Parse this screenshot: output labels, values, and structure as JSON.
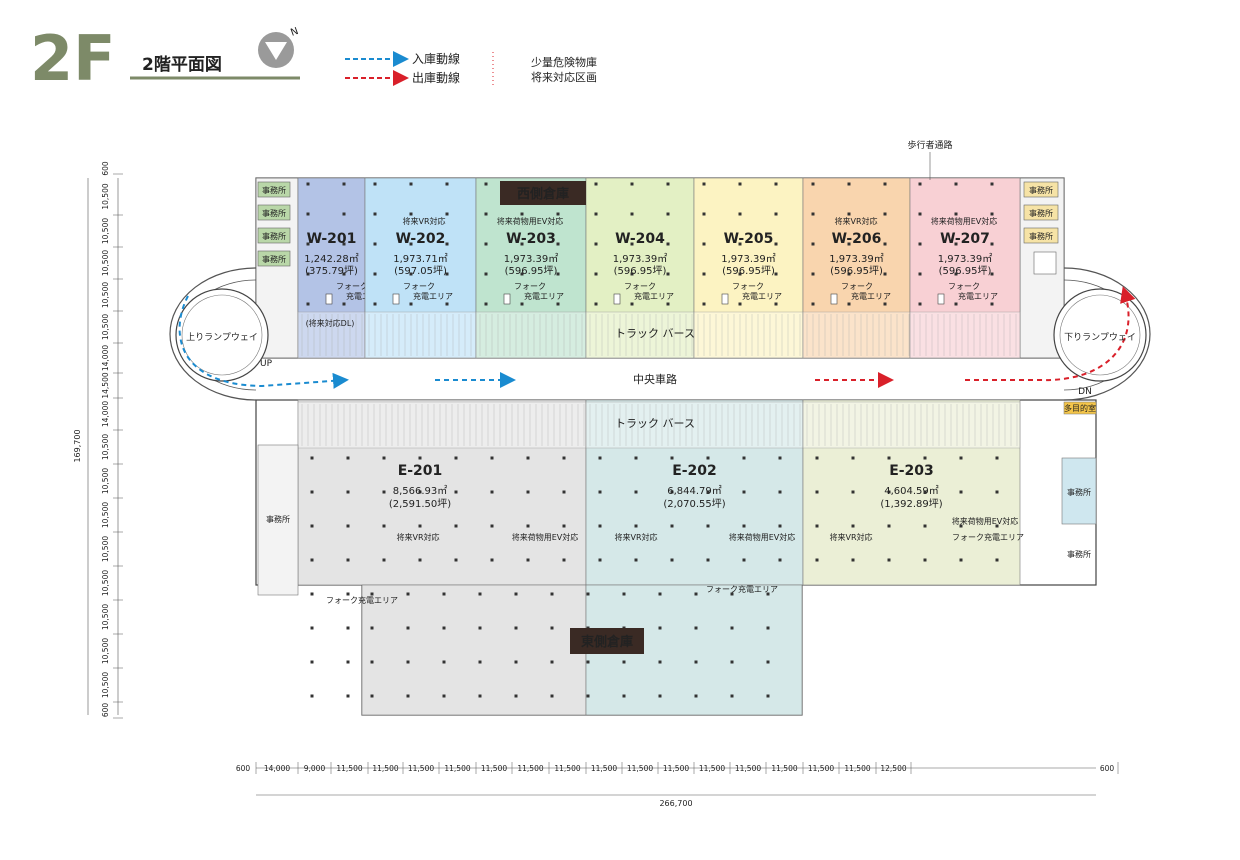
{
  "header": {
    "floor": "2F",
    "title": "2階平面図",
    "compass_label": "N",
    "legend": {
      "inbound": "入庫動線",
      "outbound": "出庫動線",
      "hazmat_line1": "少量危険物庫",
      "hazmat_line2": "将来対応区画"
    },
    "colors": {
      "inbound": "#1a8bd0",
      "outbound": "#d9202a",
      "floor_num": "#7d8a68"
    }
  },
  "labels": {
    "west_warehouse": "西側倉庫",
    "east_warehouse": "東側倉庫",
    "central_road": "中央車路",
    "truck_berth": "トラック バース",
    "up_ramp": "上りランプウェイ",
    "down_ramp": "下りランプウェイ",
    "up": "UP",
    "dn": "DN",
    "pedestrian_road": "歩行者通路",
    "office": "事務所",
    "multipurpose": "多目的室",
    "future_dl": "(将来対応DL)",
    "forklift_line1": "フォーク",
    "forklift_line2": "充電エリア",
    "forklift_full": "フォーク充電エリア",
    "future_vr": "将来VR対応",
    "future_ev": "将来荷物用EV対応"
  },
  "west_units": [
    {
      "id": "W-201",
      "area": "1,242.28㎡",
      "tsubo": "(375.79坪)",
      "color": "#b3c3e6"
    },
    {
      "id": "W-202",
      "area": "1,973.71㎡",
      "tsubo": "(597.05坪)",
      "color": "#bfe2f7"
    },
    {
      "id": "W-203",
      "area": "1,973.39㎡",
      "tsubo": "(596.95坪)",
      "color": "#bfe4cf"
    },
    {
      "id": "W-204",
      "area": "1,973.39㎡",
      "tsubo": "(596.95坪)",
      "color": "#e3f0c4"
    },
    {
      "id": "W-205",
      "area": "1,973.39㎡",
      "tsubo": "(596.95坪)",
      "color": "#fcf3c2"
    },
    {
      "id": "W-206",
      "area": "1,973.39㎡",
      "tsubo": "(596.95坪)",
      "color": "#f9d5ae"
    },
    {
      "id": "W-207",
      "area": "1,973.39㎡",
      "tsubo": "(596.95坪)",
      "color": "#f8d0d4"
    }
  ],
  "east_units": [
    {
      "id": "E-201",
      "area": "8,566.93㎡",
      "tsubo": "(2,591.50坪)",
      "color": "#e4e4e4"
    },
    {
      "id": "E-202",
      "area": "6,844.79㎡",
      "tsubo": "(2,070.55坪)",
      "color": "#d5e8e8"
    },
    {
      "id": "E-203",
      "area": "4,604.59㎡",
      "tsubo": "(1,392.89坪)",
      "color": "#ebefd6"
    }
  ],
  "dimensions": {
    "horizontal": [
      "600",
      "14,000",
      "9,000",
      "11,500",
      "11,500",
      "11,500",
      "11,500",
      "11,500",
      "11,500",
      "11,500",
      "11,500",
      "11,500",
      "11,500",
      "11,500",
      "11,500",
      "11,500",
      "11,500",
      "11,500",
      "12,500",
      "600"
    ],
    "horizontal_total": "266,700",
    "vertical": [
      "600",
      "10,500",
      "10,500",
      "10,500",
      "10,500",
      "10,500",
      "14,000",
      "14,500",
      "14,000",
      "10,500",
      "10,500",
      "10,500",
      "10,500",
      "10,500",
      "10,500",
      "10,500",
      "10,500",
      "600"
    ],
    "vertical_total": "169,700"
  }
}
